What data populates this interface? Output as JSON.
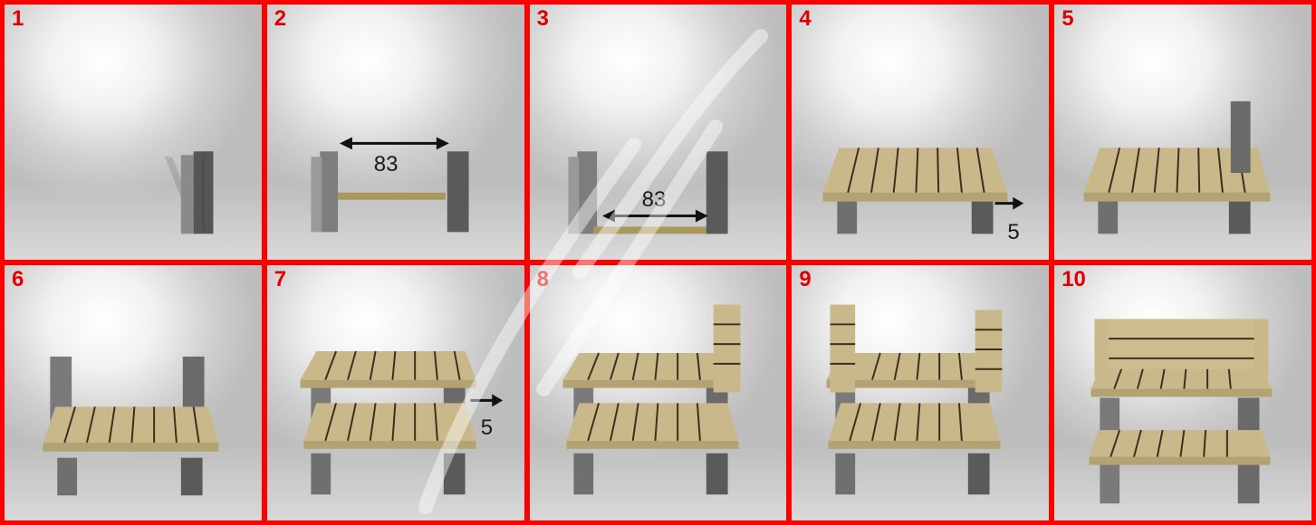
{
  "steps": [
    {
      "number": "1"
    },
    {
      "number": "2",
      "dimension": "83"
    },
    {
      "number": "3",
      "dimension": "83"
    },
    {
      "number": "4",
      "offset": "5"
    },
    {
      "number": "5"
    },
    {
      "number": "6"
    },
    {
      "number": "7",
      "offset": "5"
    },
    {
      "number": "8"
    },
    {
      "number": "9"
    },
    {
      "number": "10"
    }
  ],
  "colors": {
    "frame": "#ff0000",
    "step_number": "#e00000",
    "block": "#5e5e5e",
    "wood": "#c9b98a"
  }
}
